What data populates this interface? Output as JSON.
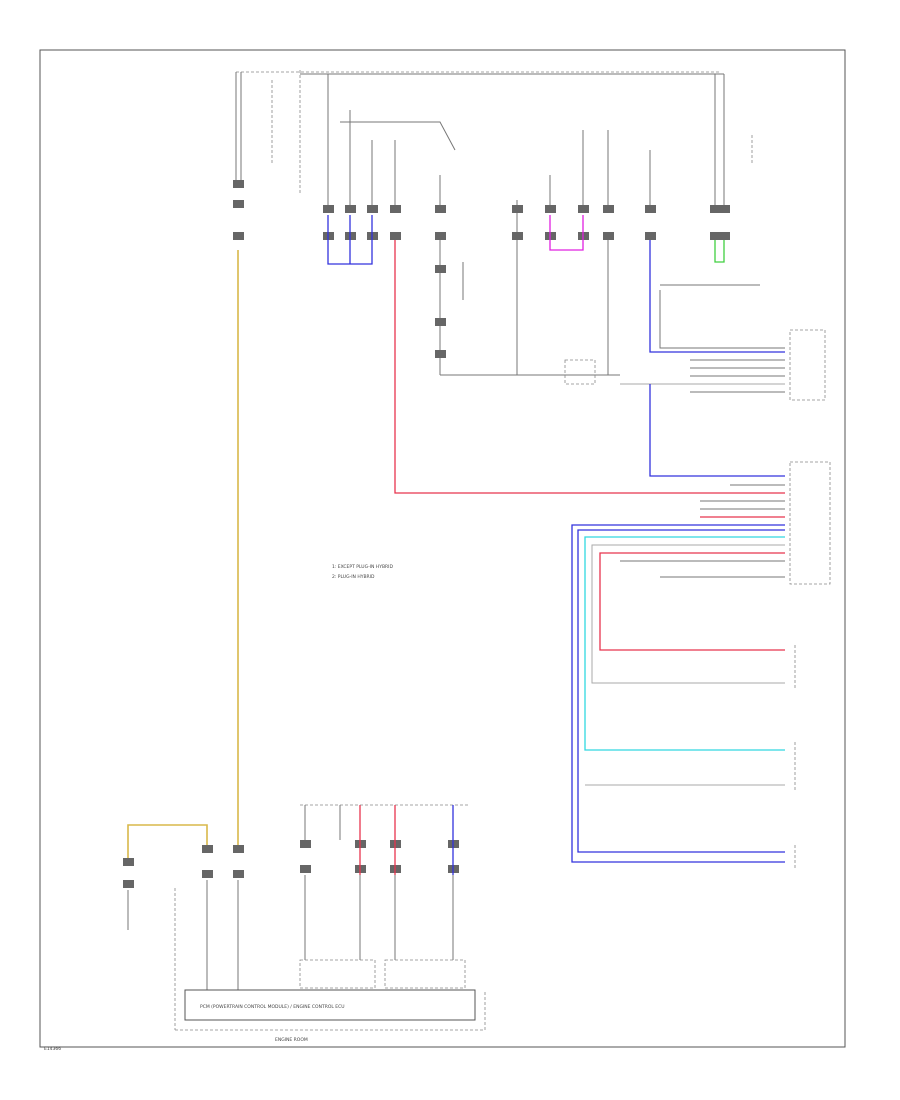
{
  "diagram": {
    "left_notes": {
      "line1": "1: EXCEPT PLUG-IN HYBRID",
      "line2": "2: PLUG-IN HYBRID"
    },
    "ecu_box_label": "PCM (POWERTRAIN CONTROL MODULE) / ENGINE CONTROL ECU",
    "bottom_center_label": "ENGINE ROOM",
    "corner_label": "E14366",
    "colors": {
      "red": "#e8344e",
      "blue": "#3333dd",
      "cyan": "#30d8e0",
      "pink": "#e020e0",
      "green": "#40d040",
      "yellow": "#d9b84a"
    }
  }
}
